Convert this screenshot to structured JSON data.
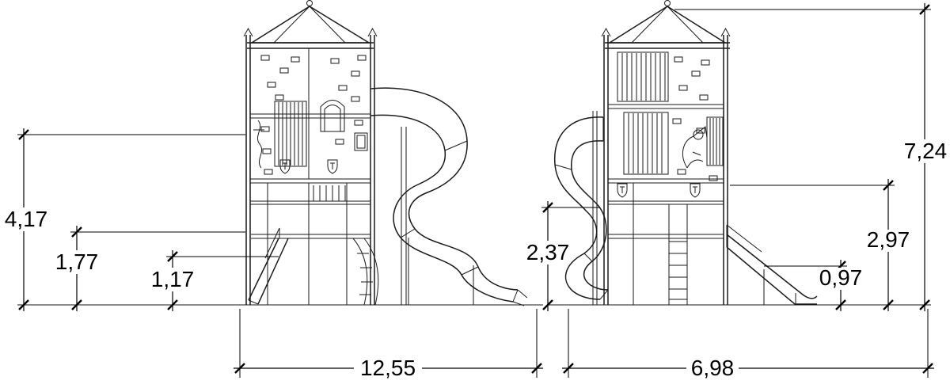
{
  "colors": {
    "background": "#ffffff",
    "drawing_line": "#1a1a1a",
    "dimension_line": "#000000"
  },
  "dimensions": {
    "front_total_height": "4,17",
    "front_mid_height": "1,77",
    "front_low_height": "1,17",
    "front_width": "12,55",
    "side_total_height": "7,24",
    "side_platform_height": "2,97",
    "side_mid_height": "2,37",
    "side_low_height": "0,97",
    "side_width": "6,98"
  }
}
